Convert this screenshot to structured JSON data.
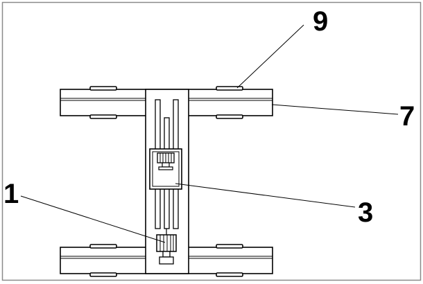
{
  "diagram": {
    "callouts": [
      {
        "id": "label-1",
        "text": "1"
      },
      {
        "id": "label-3",
        "text": "3"
      },
      {
        "id": "label-7",
        "text": "7"
      },
      {
        "id": "label-9",
        "text": "9"
      }
    ]
  },
  "colors": {
    "stroke": "#000000",
    "fill": "#ffffff",
    "frame": "#8a8a8a"
  }
}
